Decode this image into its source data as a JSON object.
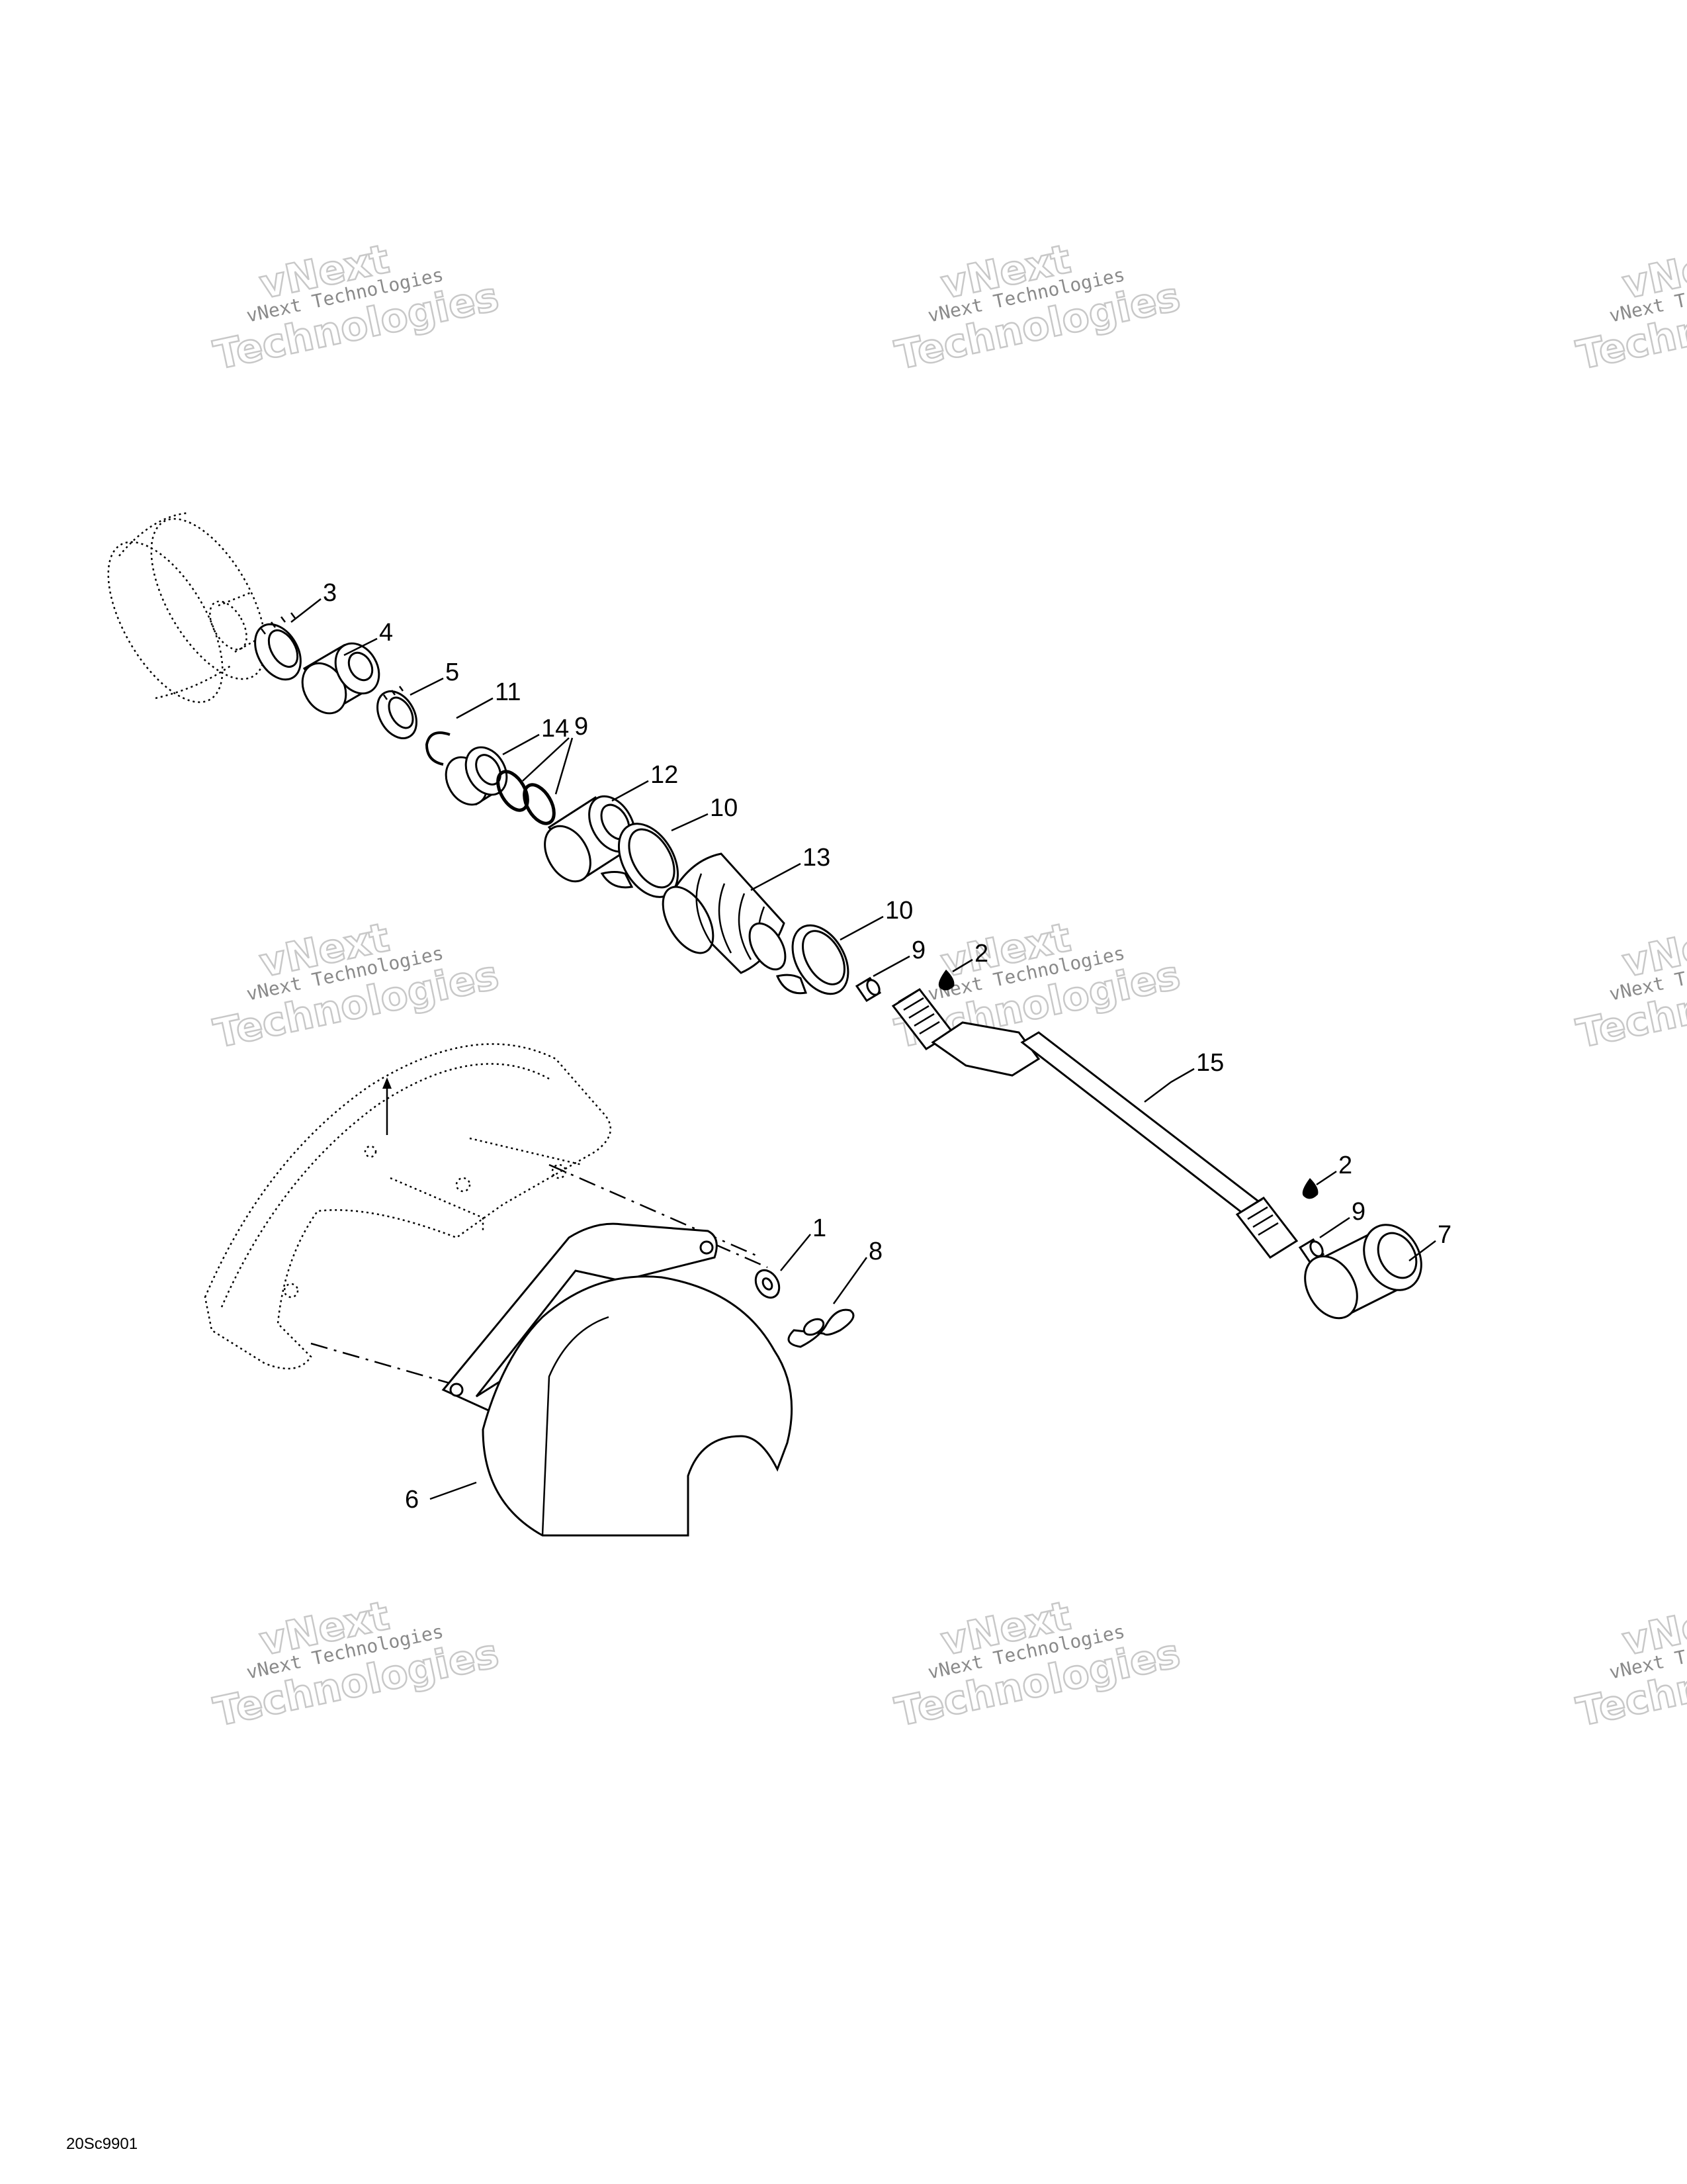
{
  "callouts": {
    "c1": "1",
    "c2a": "2",
    "c2b": "2",
    "c3": "3",
    "c4": "4",
    "c5": "5",
    "c6": "6",
    "c7": "7",
    "c8": "8",
    "c9a": "9",
    "c9b": "9",
    "c9c": "9",
    "c10a": "10",
    "c10b": "10",
    "c11": "11",
    "c12": "12",
    "c13": "13",
    "c14": "14",
    "c15": "15"
  },
  "watermark": {
    "line1": "vNext",
    "line2": "vNext Technologies",
    "line3": "Technologies"
  },
  "footer_code": "20Sc9901"
}
